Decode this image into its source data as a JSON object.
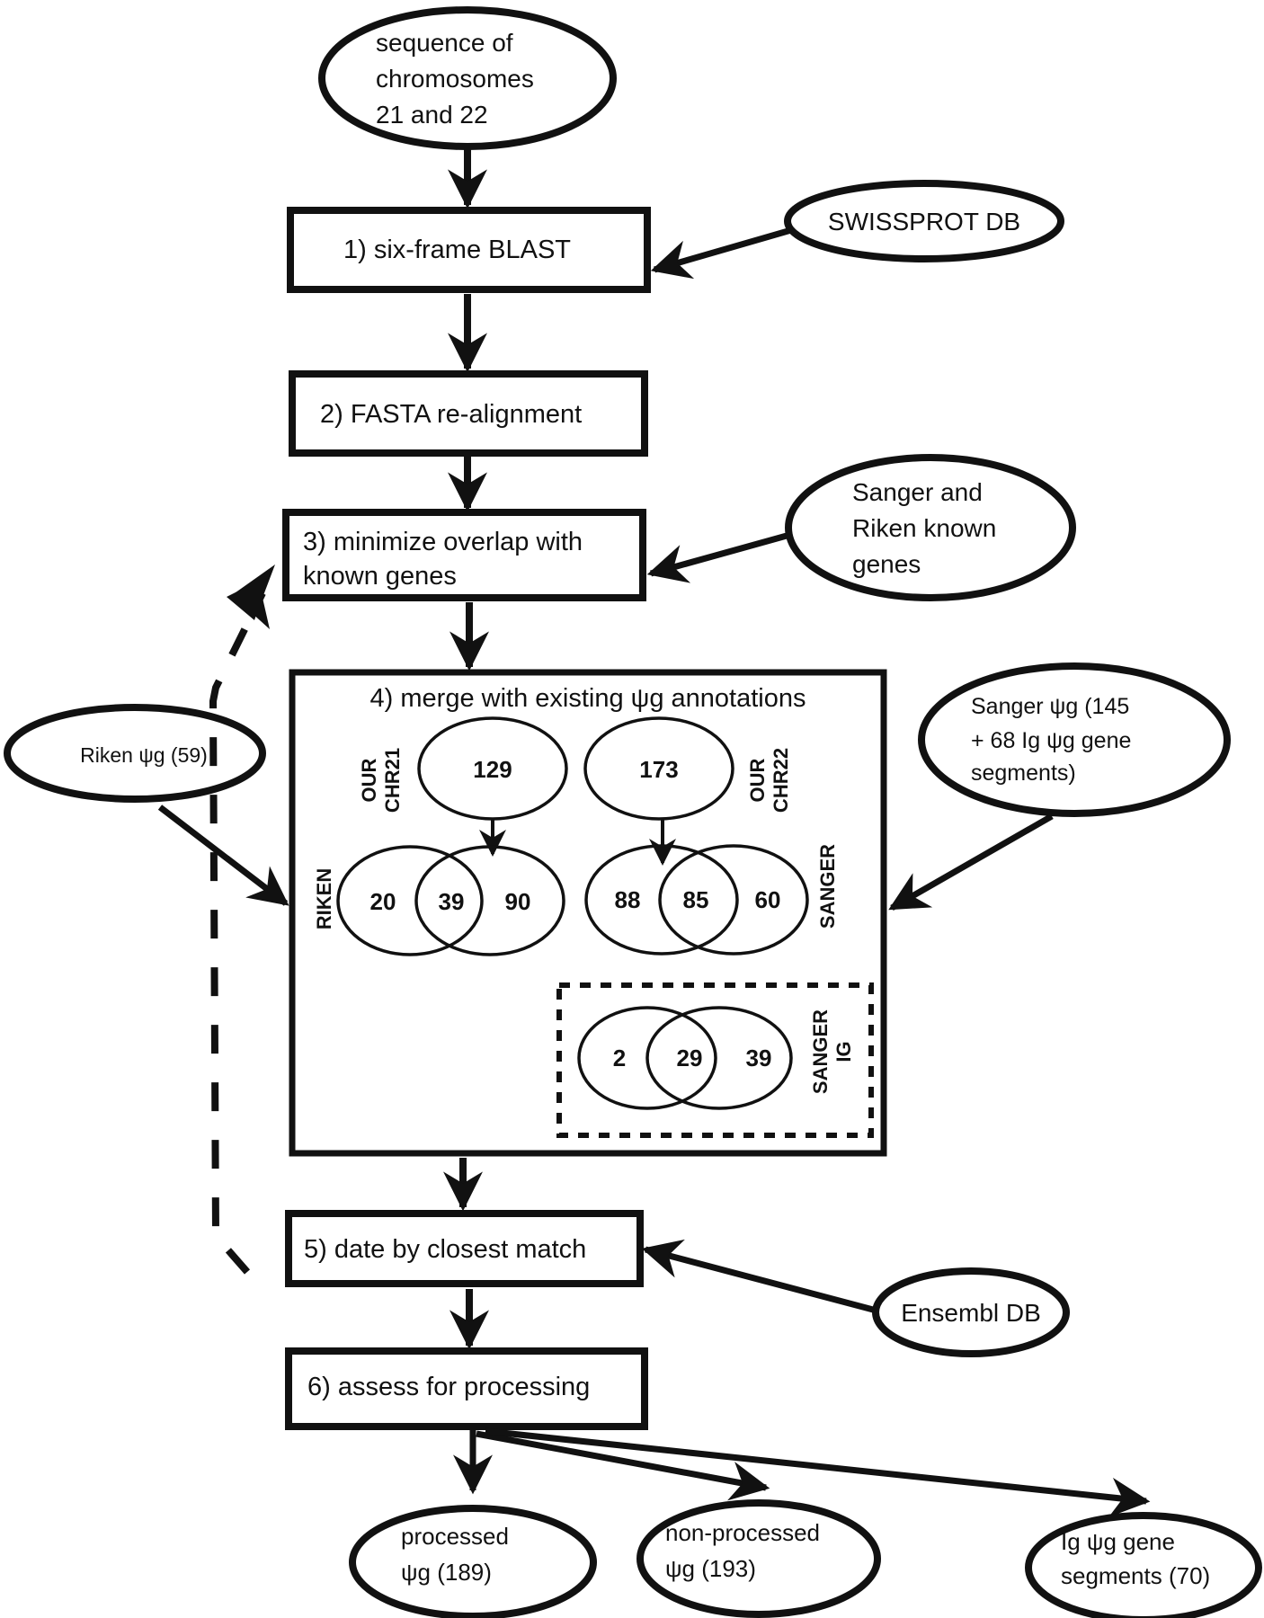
{
  "diagram": {
    "input": {
      "lines": [
        "sequence of",
        "chromosomes",
        "21 and 22"
      ]
    },
    "steps": [
      {
        "lines": [
          "1) six-frame BLAST"
        ]
      },
      {
        "lines": [
          "2) FASTA re-alignment"
        ]
      },
      {
        "lines": [
          "3) minimize overlap with",
          "known genes"
        ]
      },
      {
        "lines": [
          "4) merge with existing ψg annotations"
        ]
      },
      {
        "lines": [
          "5) date by closest match"
        ]
      },
      {
        "lines": [
          "6) assess for processing"
        ]
      }
    ],
    "sources": {
      "swissprot": {
        "lines": [
          "SWISSPROT DB"
        ]
      },
      "sanger_riken_known": {
        "lines": [
          "Sanger and",
          "Riken known",
          "genes"
        ]
      },
      "riken_pg": {
        "lines": [
          "Riken ψg (59)"
        ]
      },
      "sanger_pg": {
        "lines": [
          "Sanger ψg (145",
          " + 68 Ig ψg gene",
          "segments)"
        ]
      },
      "ensembl": {
        "lines": [
          "Ensembl DB"
        ]
      }
    },
    "merge": {
      "chr21": {
        "label_lines": [
          "OUR",
          "CHR21"
        ],
        "total": "129",
        "compare_label": "RIKEN",
        "venn": {
          "left_only": "20",
          "overlap": "39",
          "right_only": "90"
        }
      },
      "chr22": {
        "label_lines": [
          "OUR",
          "CHR22"
        ],
        "total": "173",
        "compare_label": "SANGER",
        "venn": {
          "left_only": "88",
          "overlap": "85",
          "right_only": "60"
        }
      },
      "ig": {
        "label_lines": [
          "SANGER",
          "IG"
        ],
        "venn": {
          "left_only": "2",
          "overlap": "29",
          "right_only": "39"
        }
      }
    },
    "outputs": [
      {
        "lines": [
          "processed",
          "ψg (189)"
        ]
      },
      {
        "lines": [
          "non-processed",
          "ψg (193)"
        ]
      },
      {
        "lines": [
          "Ig ψg gene",
          "segments (70)"
        ]
      }
    ],
    "colors": {
      "ink": "#111111",
      "background": "#ffffff"
    }
  }
}
